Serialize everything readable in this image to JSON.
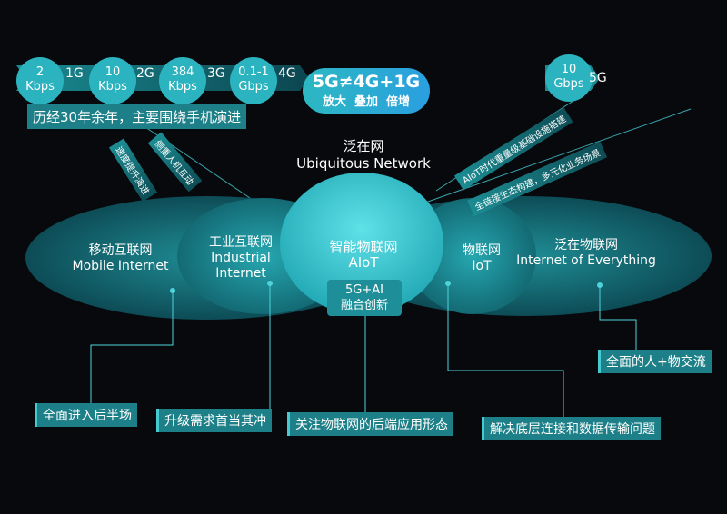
{
  "speeds": [
    {
      "value": "2",
      "unit": "Kbps",
      "gen": "1G"
    },
    {
      "value": "10",
      "unit": "Kbps",
      "gen": "2G"
    },
    {
      "value": "384",
      "unit": "Kbps",
      "gen": "3G"
    },
    {
      "value": "0.1-1",
      "unit": "Gbps",
      "gen": "4G"
    },
    {
      "value": "10",
      "unit": "Gbps",
      "gen": "5G"
    }
  ],
  "history_note": "历经30年余年，主要围绕手机演进",
  "badge": {
    "title": "5G≠4G+1G",
    "subtitle": "放大  叠加  倍增"
  },
  "ubiquitous": {
    "cn": "泛在网",
    "en": "Ubiquitous Network"
  },
  "diagonal": {
    "left1": "速度提升演进",
    "left2": "侧重人机互动",
    "right1": "AIoT时代重量级基础设施搭建",
    "right2": "全链接生态构建，多元化业务场景"
  },
  "areas": {
    "mobile": {
      "cn": "移动互联网",
      "en": "Mobile Internet"
    },
    "industrial": {
      "cn": "工业互联网",
      "en1": "Industrial",
      "en2": "Internet"
    },
    "aiot": {
      "cn": "智能物联网",
      "en": "AIoT",
      "sub1": "5G+AI",
      "sub2": "融合创新"
    },
    "iot": {
      "cn": "物联网",
      "en": "IoT"
    },
    "everything": {
      "cn": "泛在物联网",
      "en": "Internet of Everything"
    }
  },
  "callouts": [
    "全面进入后半场",
    "升级需求首当其冲",
    "关注物联网的后端应用形态",
    "解决底层连接和数据传输问题",
    "全面的人+物交流"
  ],
  "colors": {
    "accent": "#2bb3bf",
    "box": "#1d7f87",
    "bg": "#07090c"
  }
}
